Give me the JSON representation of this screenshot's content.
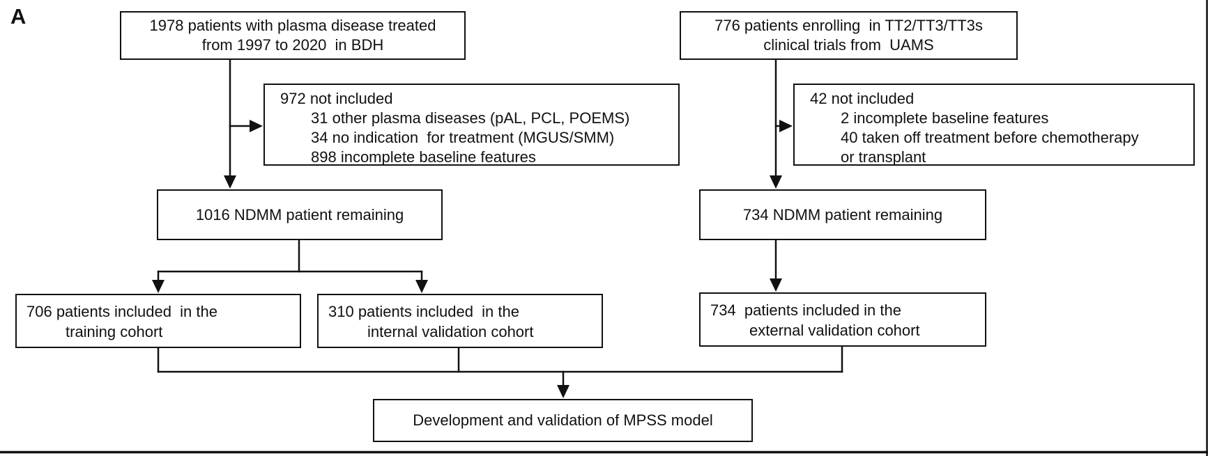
{
  "panel_label": "A",
  "colors": {
    "ink": "#111111",
    "background": "#ffffff"
  },
  "boxes": {
    "bdh_source": {
      "line1": "1978 patients with plasma disease treated",
      "line2": "from 1997 to 2020  in BDH"
    },
    "uams_source": {
      "line1": "776 patients enrolling  in TT2/TT3/TT3s",
      "line2": "clinical trials from  UAMS"
    },
    "excluded_bdh": {
      "header": "972 not included",
      "items": [
        "31 other plasma diseases (pAL, PCL, POEMS)",
        "34 no indication  for treatment (MGUS/SMM)",
        "898 incomplete baseline features"
      ]
    },
    "excluded_uams": {
      "header": "42 not included",
      "items": [
        "2 incomplete baseline features",
        "40 taken off treatment before chemotherapy",
        "or transplant"
      ]
    },
    "ndmm_remaining_bdh": {
      "text": "1016 NDMM patient remaining"
    },
    "ndmm_remaining_uams": {
      "text": "734 NDMM patient remaining"
    },
    "training_cohort": {
      "line1": "706 patients included  in the",
      "line2": "training cohort"
    },
    "internal_validation_cohort": {
      "line1": "310 patients included  in the",
      "line2": "internal validation cohort"
    },
    "external_validation_cohort": {
      "line1": "734  patients included in the",
      "line2": "external validation cohort"
    },
    "mpss_model": {
      "text": "Development and validation of MPSS model"
    }
  }
}
